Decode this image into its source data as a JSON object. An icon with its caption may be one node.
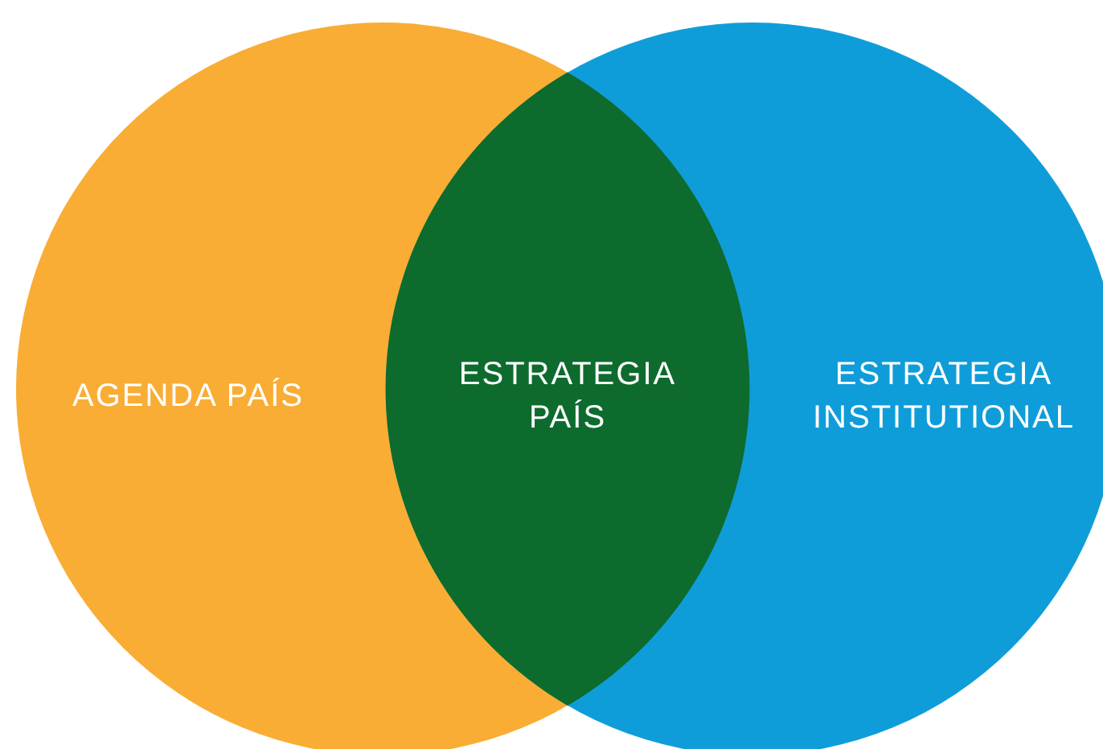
{
  "diagram": {
    "nodes": [
      {
        "text": [
          "AGENDA PAÍS"
        ]
      },
      {
        "text": [
          "ESTRATEGIA PAÍS"
        ]
      },
      {
        "text": [
          "ESTRATEGIA INSTITUTIONAL"
        ]
      }
    ]
  }
}
